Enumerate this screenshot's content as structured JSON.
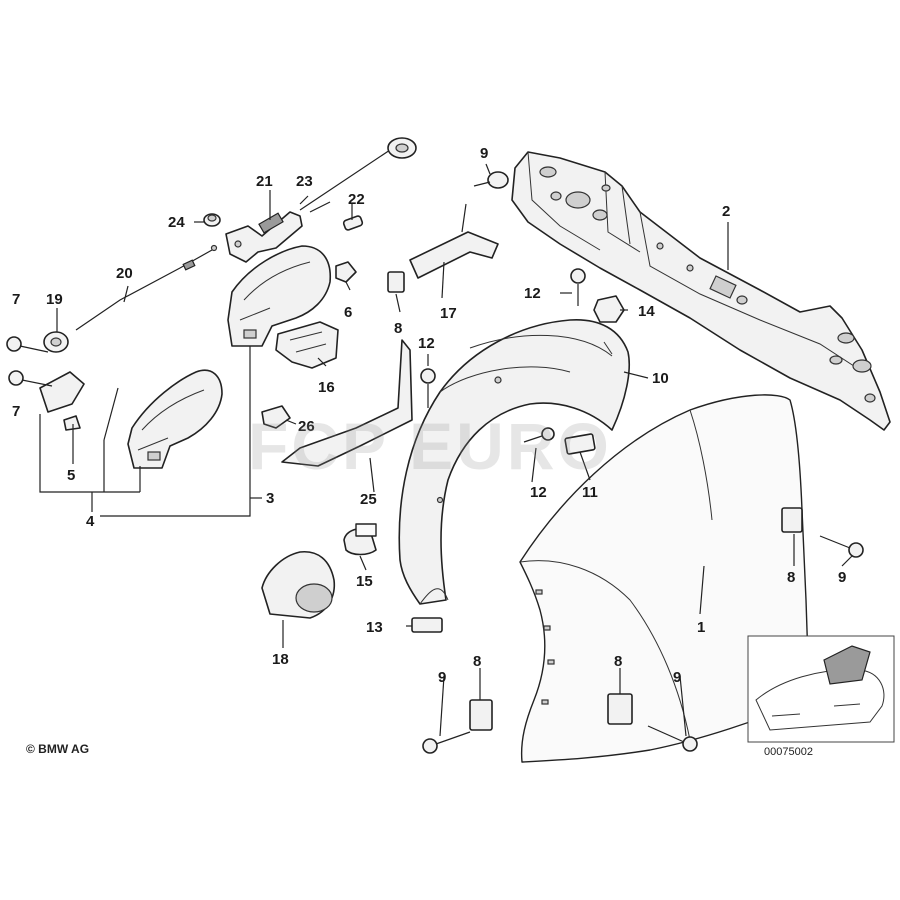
{
  "copyright": "© BMW AG",
  "diagram_number": "00075002",
  "watermark": "FCP EURO",
  "callouts": [
    {
      "id": "c1",
      "label": "1"
    },
    {
      "id": "c2",
      "label": "2"
    },
    {
      "id": "c3",
      "label": "3"
    },
    {
      "id": "c4",
      "label": "4"
    },
    {
      "id": "c5",
      "label": "5"
    },
    {
      "id": "c6",
      "label": "6"
    },
    {
      "id": "c7a",
      "label": "7"
    },
    {
      "id": "c7b",
      "label": "7"
    },
    {
      "id": "c8a",
      "label": "8"
    },
    {
      "id": "c8b",
      "label": "8"
    },
    {
      "id": "c8c",
      "label": "8"
    },
    {
      "id": "c8d",
      "label": "8"
    },
    {
      "id": "c9a",
      "label": "9"
    },
    {
      "id": "c9b",
      "label": "9"
    },
    {
      "id": "c9c",
      "label": "9"
    },
    {
      "id": "c9d",
      "label": "9"
    },
    {
      "id": "c10",
      "label": "10"
    },
    {
      "id": "c11",
      "label": "11"
    },
    {
      "id": "c12a",
      "label": "12"
    },
    {
      "id": "c12b",
      "label": "12"
    },
    {
      "id": "c12c",
      "label": "12"
    },
    {
      "id": "c13",
      "label": "13"
    },
    {
      "id": "c14",
      "label": "14"
    },
    {
      "id": "c15",
      "label": "15"
    },
    {
      "id": "c16",
      "label": "16"
    },
    {
      "id": "c17",
      "label": "17"
    },
    {
      "id": "c18",
      "label": "18"
    },
    {
      "id": "c19",
      "label": "19"
    },
    {
      "id": "c20",
      "label": "20"
    },
    {
      "id": "c21",
      "label": "21"
    },
    {
      "id": "c22",
      "label": "22"
    },
    {
      "id": "c23",
      "label": "23"
    },
    {
      "id": "c24",
      "label": "24"
    },
    {
      "id": "c25",
      "label": "25"
    },
    {
      "id": "c26",
      "label": "26"
    }
  ]
}
